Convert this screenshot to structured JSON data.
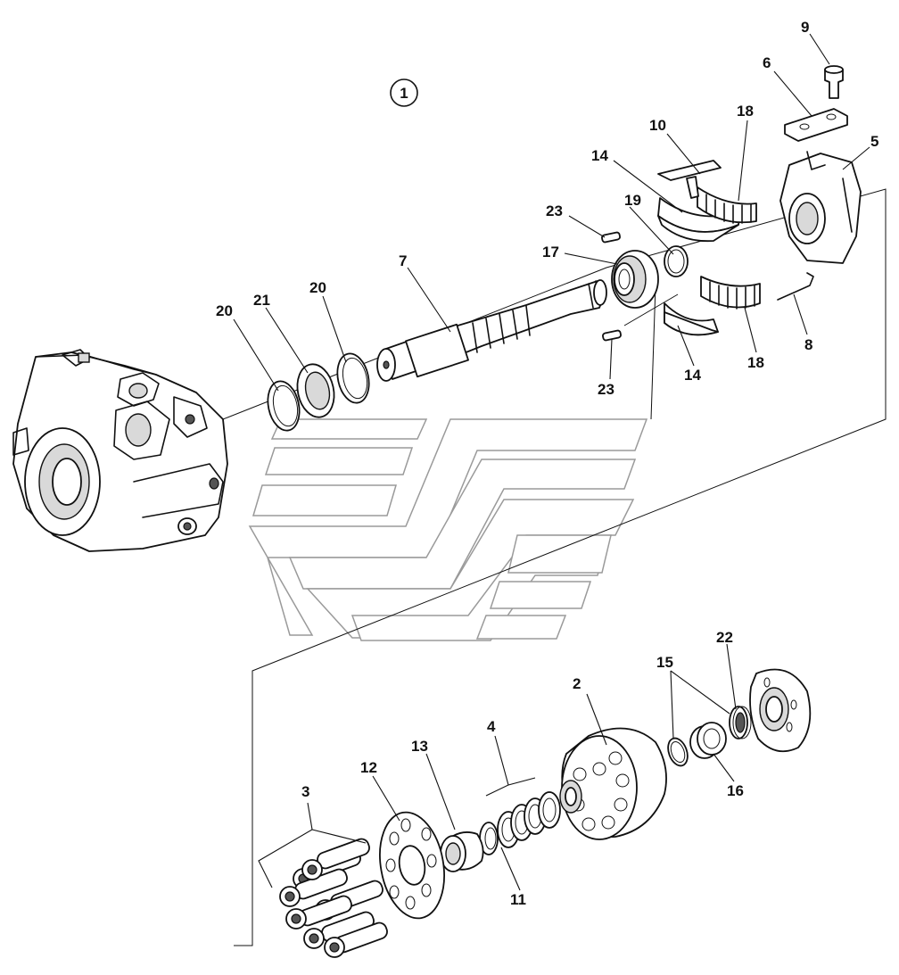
{
  "diagram": {
    "view_marker": "1",
    "callouts": [
      {
        "id": "c9",
        "text": "9"
      },
      {
        "id": "c6",
        "text": "6"
      },
      {
        "id": "c5",
        "text": "5"
      },
      {
        "id": "c10",
        "text": "10"
      },
      {
        "id": "c18a",
        "text": "18"
      },
      {
        "id": "c14a",
        "text": "14"
      },
      {
        "id": "c19",
        "text": "19"
      },
      {
        "id": "c23a",
        "text": "23"
      },
      {
        "id": "c17",
        "text": "17"
      },
      {
        "id": "c7",
        "text": "7"
      },
      {
        "id": "c20a",
        "text": "20"
      },
      {
        "id": "c21",
        "text": "21"
      },
      {
        "id": "c20b",
        "text": "20"
      },
      {
        "id": "c8",
        "text": "8"
      },
      {
        "id": "c18b",
        "text": "18"
      },
      {
        "id": "c14b",
        "text": "14"
      },
      {
        "id": "c23b",
        "text": "23"
      },
      {
        "id": "c22",
        "text": "22"
      },
      {
        "id": "c15",
        "text": "15"
      },
      {
        "id": "c2",
        "text": "2"
      },
      {
        "id": "c4",
        "text": "4"
      },
      {
        "id": "c16",
        "text": "16"
      },
      {
        "id": "c13",
        "text": "13"
      },
      {
        "id": "c12",
        "text": "12"
      },
      {
        "id": "c3",
        "text": "3"
      },
      {
        "id": "c11",
        "text": "11"
      }
    ]
  }
}
